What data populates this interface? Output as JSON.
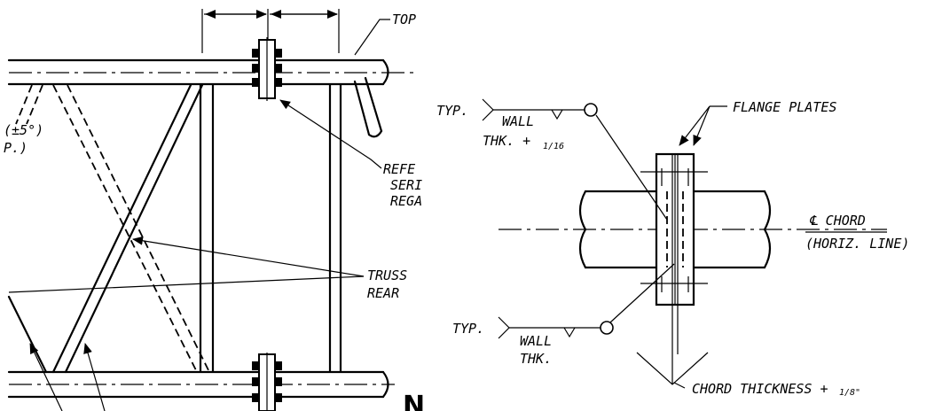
{
  "left_view": {
    "labels": {
      "top_label": "TOP",
      "refer_1": "REFE",
      "refer_2": "SERI",
      "refer_3": "REGA",
      "truss_1": "TRUSS",
      "truss_2": "REAR",
      "angle_1": "(±5°)",
      "angle_2": "P.)",
      "bottom_letter": "N"
    }
  },
  "right_view": {
    "labels": {
      "typ_top": "TYP.",
      "wall_top": "WALL",
      "thk_top": "THK. +",
      "frac_top": "1/16",
      "flange": "FLANGE PLATES",
      "chord": "℄ CHORD",
      "horiz": "(HORIZ. LINE)",
      "typ_bot": "TYP.",
      "wall_bot": "WALL",
      "thk_bot": "THK.",
      "chord_thk": "CHORD THICKNESS +",
      "frac_bot": "1/8\""
    }
  }
}
